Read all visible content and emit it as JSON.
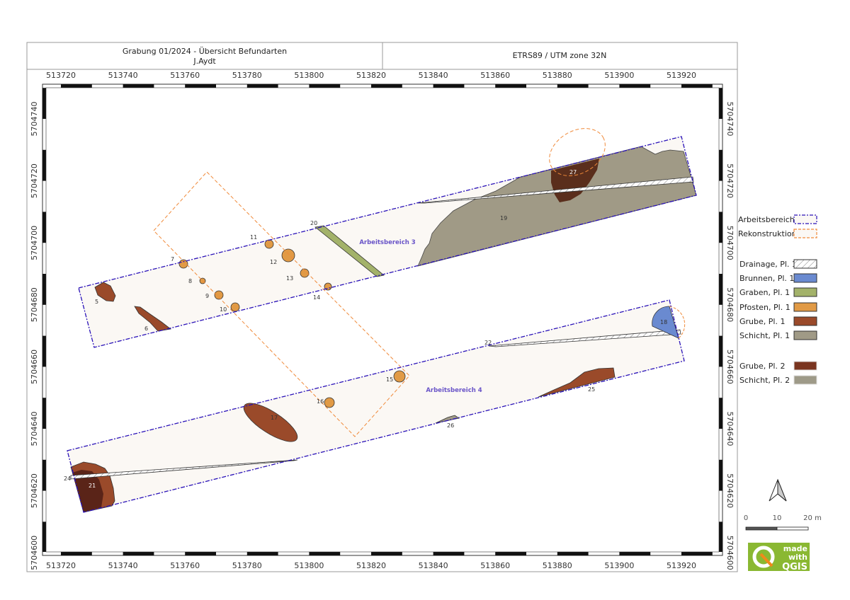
{
  "header": {
    "title": "Grabung 01/2024 - Übersicht Befundarten",
    "author": "J.Aydt",
    "crs": "ETRS89 / UTM zone 32N"
  },
  "axes": {
    "x_ticks": [
      "513720",
      "513740",
      "513760",
      "513780",
      "513800",
      "513820",
      "513840",
      "513860",
      "513880",
      "513900",
      "513920"
    ],
    "y_ticks": [
      "5704740",
      "5704720",
      "5704700",
      "5704680",
      "5704660",
      "5704640",
      "5704620",
      "5704600"
    ]
  },
  "areas": {
    "a3": "Arbeitsbereich 3",
    "a4": "Arbeitsbereich 4"
  },
  "features": {
    "f5": "5",
    "f6": "6",
    "f7": "7",
    "f8": "8",
    "f9": "9",
    "f10": "10",
    "f11": "11",
    "f12": "12",
    "f13": "13",
    "f14": "14",
    "f15": "15",
    "f16": "16",
    "f17": "17",
    "f18": "18",
    "f19": "19",
    "f20": "20",
    "f21": "21",
    "f22": "22",
    "f24": "24",
    "f25": "25",
    "f26": "26",
    "f27": "27"
  },
  "legend": [
    {
      "label": "Arbeitsbereich",
      "color": "#2a12b8"
    },
    {
      "label": "Rekonstruktion",
      "color": "#f08a3a"
    },
    {
      "label": "Drainage, Pl. 1",
      "color": "#ffffff"
    },
    {
      "label": "Brunnen, Pl. 1",
      "color": "#6a8ad0"
    },
    {
      "label": "Graben, Pl. 1",
      "color": "#a3b26a"
    },
    {
      "label": "Pfosten, Pl. 1",
      "color": "#e19a45"
    },
    {
      "label": "Grube, Pl. 1",
      "color": "#9a4a2a"
    },
    {
      "label": "Schicht, Pl. 1",
      "color": "#a09a86"
    },
    {
      "label": "Grube, Pl. 2",
      "color": "#7a3520"
    },
    {
      "label": "Schicht, Pl. 2",
      "color": "#9e9a88"
    }
  ],
  "scalebar": {
    "labels": [
      "0",
      "10",
      "20 m"
    ]
  },
  "logo": {
    "line1": "made",
    "line2": "with",
    "line3": "QGIS"
  }
}
